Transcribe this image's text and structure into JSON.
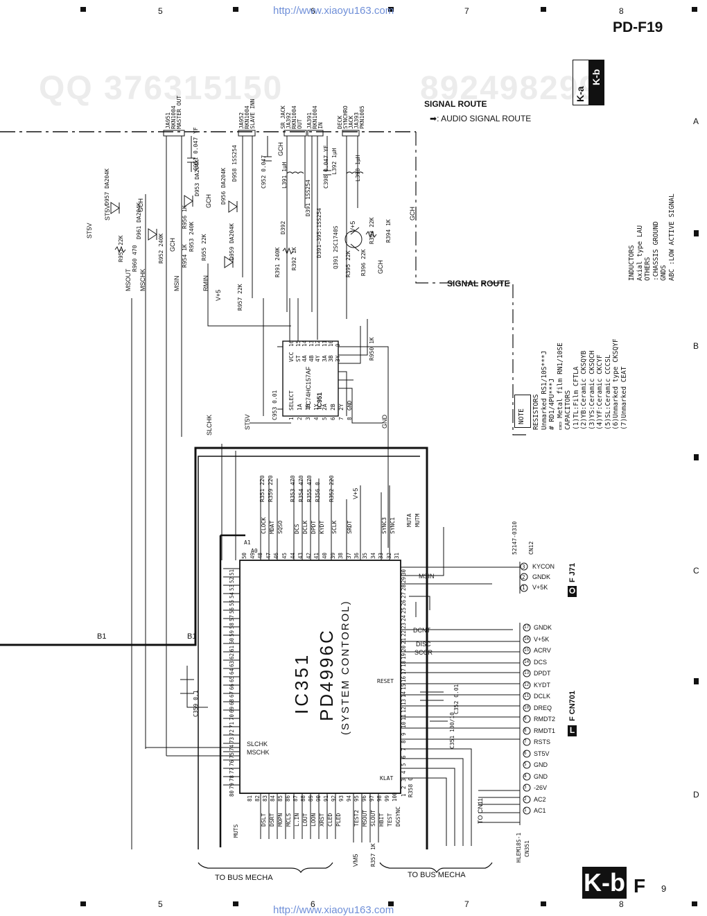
{
  "header": {
    "model": "PD-F19",
    "url_top": "http://www.xiaoyu163.com",
    "url_bottom": "http://www.xiaoyu163.com",
    "grid_top": [
      "5",
      "6",
      "7",
      "8"
    ],
    "grid_bottom": [
      "5",
      "6",
      "7",
      "8"
    ],
    "grid_right": [
      "A",
      "B",
      "C",
      "D"
    ],
    "page_number": "9"
  },
  "watermarks": [
    "QQ 376315150",
    "892498299"
  ],
  "badges": {
    "ka": "K-a",
    "kb": "K-b",
    "big": "K-b",
    "big_suffix": "F",
    "cn701": "L",
    "cn701_suffix": "F",
    "j71": "O",
    "j71_suffix": "F"
  },
  "signal_route": {
    "title": "SIGNAL ROUTE",
    "legend": ": AUDIO SIGNAL ROUTE",
    "legend2": "SIGNAL ROUTE"
  },
  "jacks": {
    "ja951": [
      "JA951",
      "RKN1004",
      "MASTER OUT"
    ],
    "ja952": [
      "JA952",
      "RKN1004",
      "SLAVE INN"
    ],
    "ja392": [
      "SR JACK",
      "JA392",
      "RKN1004",
      "OUT"
    ],
    "ja391": [
      "JA391",
      "RKN1004",
      "IN"
    ],
    "ja393": [
      "DECK",
      "SYNCHRO",
      "JACK",
      "JA393",
      "PKN1005"
    ]
  },
  "ic951": {
    "name": "IC951",
    "part": "TC74HC157AF",
    "left_pins": [
      "SELECT",
      "1A",
      "1B",
      "1Y",
      "2A",
      "2B",
      "2Y",
      "GND"
    ],
    "left_nums": [
      "1",
      "2",
      "3",
      "4",
      "5",
      "6",
      "7",
      "8"
    ],
    "right_pins": [
      "VCC",
      "ST",
      "4A",
      "4B",
      "4Y",
      "3A",
      "3B",
      "3Y"
    ],
    "right_nums": [
      "16",
      "15",
      "14",
      "13",
      "12",
      "11",
      "10",
      "9"
    ]
  },
  "ic351": {
    "name": "IC351",
    "part": "PD4996C",
    "desc": "(SYSTEM CONTOROL)"
  },
  "ic351_top_signals": [
    "CLOCK",
    "MDAT",
    "SQSO",
    "DCS",
    "DCLK",
    "DPDT",
    "KYDT",
    "SCLK",
    "SRDT",
    "SYNC3",
    "SYNC1"
  ],
  "ic351_top_pins": [
    "50",
    "49",
    "48",
    "47",
    "46",
    "45",
    "44",
    "43",
    "42",
    "41",
    "40",
    "39",
    "38",
    "37",
    "36",
    "35",
    "34",
    "33",
    "32",
    "31"
  ],
  "ic351_top_res": [
    "R351 220",
    "R359 220",
    "R353 470",
    "R354 470",
    "R355 470",
    "R356 0",
    "R352 220"
  ],
  "ic351_bottom_signals": [
    "DSLT",
    "DSRT",
    "MOPN",
    "MCLS",
    "L.IN",
    "LOUT",
    "LOON",
    "XRST",
    "CLED",
    "PLED",
    "TEST2",
    "MSOUT",
    "SLOUT",
    "HBIT",
    "TEST",
    "DGSYNC"
  ],
  "ic351_bottom_pins": [
    "81",
    "82",
    "83",
    "84",
    "85",
    "86",
    "87",
    "88",
    "89",
    "90",
    "91",
    "92",
    "93",
    "94",
    "95",
    "96",
    "97",
    "98",
    "99",
    "100"
  ],
  "ic351_left_pins": [
    "51",
    "52",
    "53",
    "54",
    "55",
    "56",
    "57",
    "58",
    "59",
    "60",
    "61",
    "62",
    "63",
    "64",
    "65",
    "66",
    "67",
    "68",
    "69",
    "70",
    "71",
    "72",
    "73",
    "74",
    "75",
    "76",
    "77",
    "78",
    "79",
    "80"
  ],
  "ic351_right_pins": [
    "30",
    "29",
    "28",
    "27",
    "26",
    "25",
    "24",
    "23",
    "22",
    "21",
    "20",
    "19",
    "18",
    "17",
    "16",
    "15",
    "14",
    "13",
    "12",
    "11",
    "10",
    "9",
    "8",
    "7",
    "6",
    "5",
    "4",
    "3",
    "2",
    "1"
  ],
  "ic351_misc": [
    "SLCHK",
    "MSCHK",
    "KLAT",
    "MUTA",
    "MUTM",
    "RESET",
    "MUTS",
    "A1",
    "A0"
  ],
  "cn12": {
    "name": "CN12",
    "part": "52147-0310",
    "pins": [
      "KYCON",
      "GNDK",
      "V+5K"
    ],
    "nums": [
      "3",
      "2",
      "1"
    ],
    "label": "J71"
  },
  "cn701": {
    "name": "CN701",
    "pins": [
      "GNDK",
      "V+5K",
      "ACRV",
      "DCS",
      "DPDT",
      "KYDT",
      "DCLK",
      "DREQ",
      "RMDT2",
      "RMDT1",
      "RSTS",
      "ST5V",
      "GND",
      "GND",
      "-26V",
      "AC2",
      "AC1"
    ],
    "nums": [
      "17",
      "16",
      "15",
      "14",
      "13",
      "12",
      "11",
      "10",
      "9",
      "8",
      "7",
      "6",
      "5",
      "4",
      "3",
      "2",
      "1"
    ],
    "part": "HLEM18S-1",
    "extra": "CN351"
  },
  "labels": {
    "to_cn11": "TO CN11",
    "to_bus_left": "TO BUS MECHA",
    "to_bus_right": "TO BUS MECHA",
    "b1_left": "B1",
    "b1_right": "B1",
    "st5v": "ST5V",
    "slchk": "SLCHK",
    "gch": "GCH",
    "v5": "V+5",
    "msout": "MSOUT",
    "mschk": "MSCHK",
    "msin": "MSIN",
    "rmin": "RMIN",
    "msin2": "MSIN",
    "dcnt": "DCNT",
    "disc": "DISC",
    "scor": "SCOR",
    "gnd": "GND",
    "vm5": "VM5"
  },
  "components_left": [
    "D957 DA204K",
    "D961 DA204K",
    "D953 DA204K",
    "R951 22K",
    "R960 470",
    "R952 240K",
    "R954 1K",
    "R953 240K",
    "R955 22K",
    "R956 1K",
    "D956 DA204K",
    "D959 DA204K",
    "D958 1SS254",
    "C951 0.047 YF",
    "R957 22K",
    "C953 0.01"
  ],
  "components_right": [
    "C952 0.047",
    "L391 1μH",
    "C398 0.047 YF",
    "L392 1μH",
    "L398 1μH",
    "D391 1SS254",
    "D392",
    "D391~395:1SS254",
    "Q391 2SC1740S",
    "R391 240K",
    "R392 1K",
    "R395 22K",
    "R396 22K",
    "R393 22K",
    "R394 1K",
    "R950 1K",
    "C359 0.1",
    "C351 100/10",
    "C352 0.01",
    "R357 1K",
    "R358 0"
  ],
  "note": {
    "title": "NOTE",
    "lines": [
      "RESISTORS",
      "Unmarked  RS1/10S***J",
      "   #      RD1/4PU***J",
      "▭▭ Metal film  RN1/10SE",
      "CAPACITORS",
      "(1)TL:Film  CFTLA",
      "(2)YB:Ceramic CKSQYB",
      "(3)YS:Ceramic CKSQCH",
      "(4)YF:Ceramic CKCYF",
      "(5)SL:Ceramic CCCSL",
      "(6)Unmarked type CKSQYF",
      "(7)Unmarked  CEAT",
      "INDUCTORS",
      "Axial type   LAU",
      "OTHERS",
      "  :CHASSIS GROUND",
      "GNDS",
      "ABC :LOW ACTIVE SIGNAL"
    ]
  }
}
